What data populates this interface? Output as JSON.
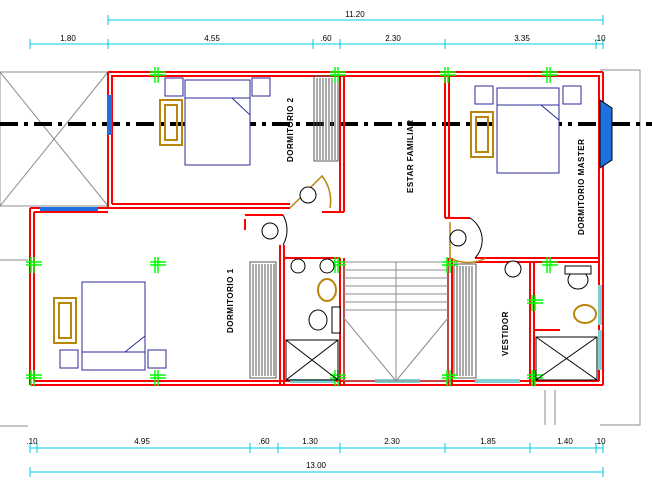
{
  "title": "",
  "colors": {
    "dimension": "#00c8e6",
    "wall": "#ff0000",
    "furniture": "#2b2b9a",
    "plant": "#00ff00",
    "door": "#b8860b",
    "gray": "#8c8c8c",
    "window": "#1e6fe0",
    "glass": "#7fd0d0"
  },
  "dimensions": {
    "top_total": "11.20",
    "top_segments": [
      "1.80",
      "4.55",
      ".60",
      "2.30",
      "3.35",
      ".10"
    ],
    "bottom_segments": [
      ".10",
      "4.95",
      ".60",
      "1.30",
      "2.30",
      "1.85",
      "1.40",
      ".10"
    ],
    "bottom_total": "13.00"
  },
  "rooms": {
    "dormitorio_2": "DORMITORIO 2",
    "estar_familiar": "ESTAR FAMILIAR",
    "dormitorio_master": "DORMITORIO MASTER",
    "dormitorio_1": "DORMITORIO 1",
    "vestidor": "VESTIDOR"
  },
  "icons": [
    "bed-icon",
    "nightstand-icon",
    "plant-icon",
    "toilet-icon",
    "sink-icon",
    "shower-icon",
    "door-swing-icon",
    "stair-icon"
  ]
}
